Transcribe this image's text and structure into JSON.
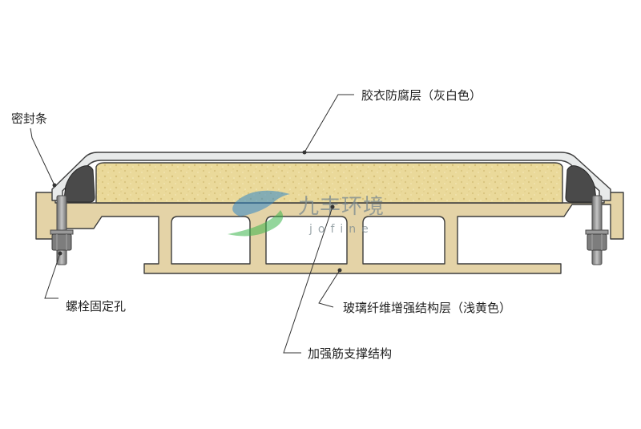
{
  "labels": {
    "gel_coat": "胶衣防腐层（灰白色）",
    "seal_strip": "密封条",
    "bolt_hole": "螺栓固定孔",
    "frp_layer": "玻璃纤维增强结构层（浅黄色）",
    "rib_support": "加强筋支撑结构"
  },
  "watermark": {
    "cn": "九丰环境",
    "en": "jofine"
  },
  "colors": {
    "gel_coat": "#e8eaea",
    "foam_core": "#ead99a",
    "frp": "#e4d3a7",
    "seal": "#4a4a4a",
    "bolt": "#8a8a8a",
    "watermark_blue": "#2f86c9",
    "watermark_green": "#3bb54a"
  }
}
